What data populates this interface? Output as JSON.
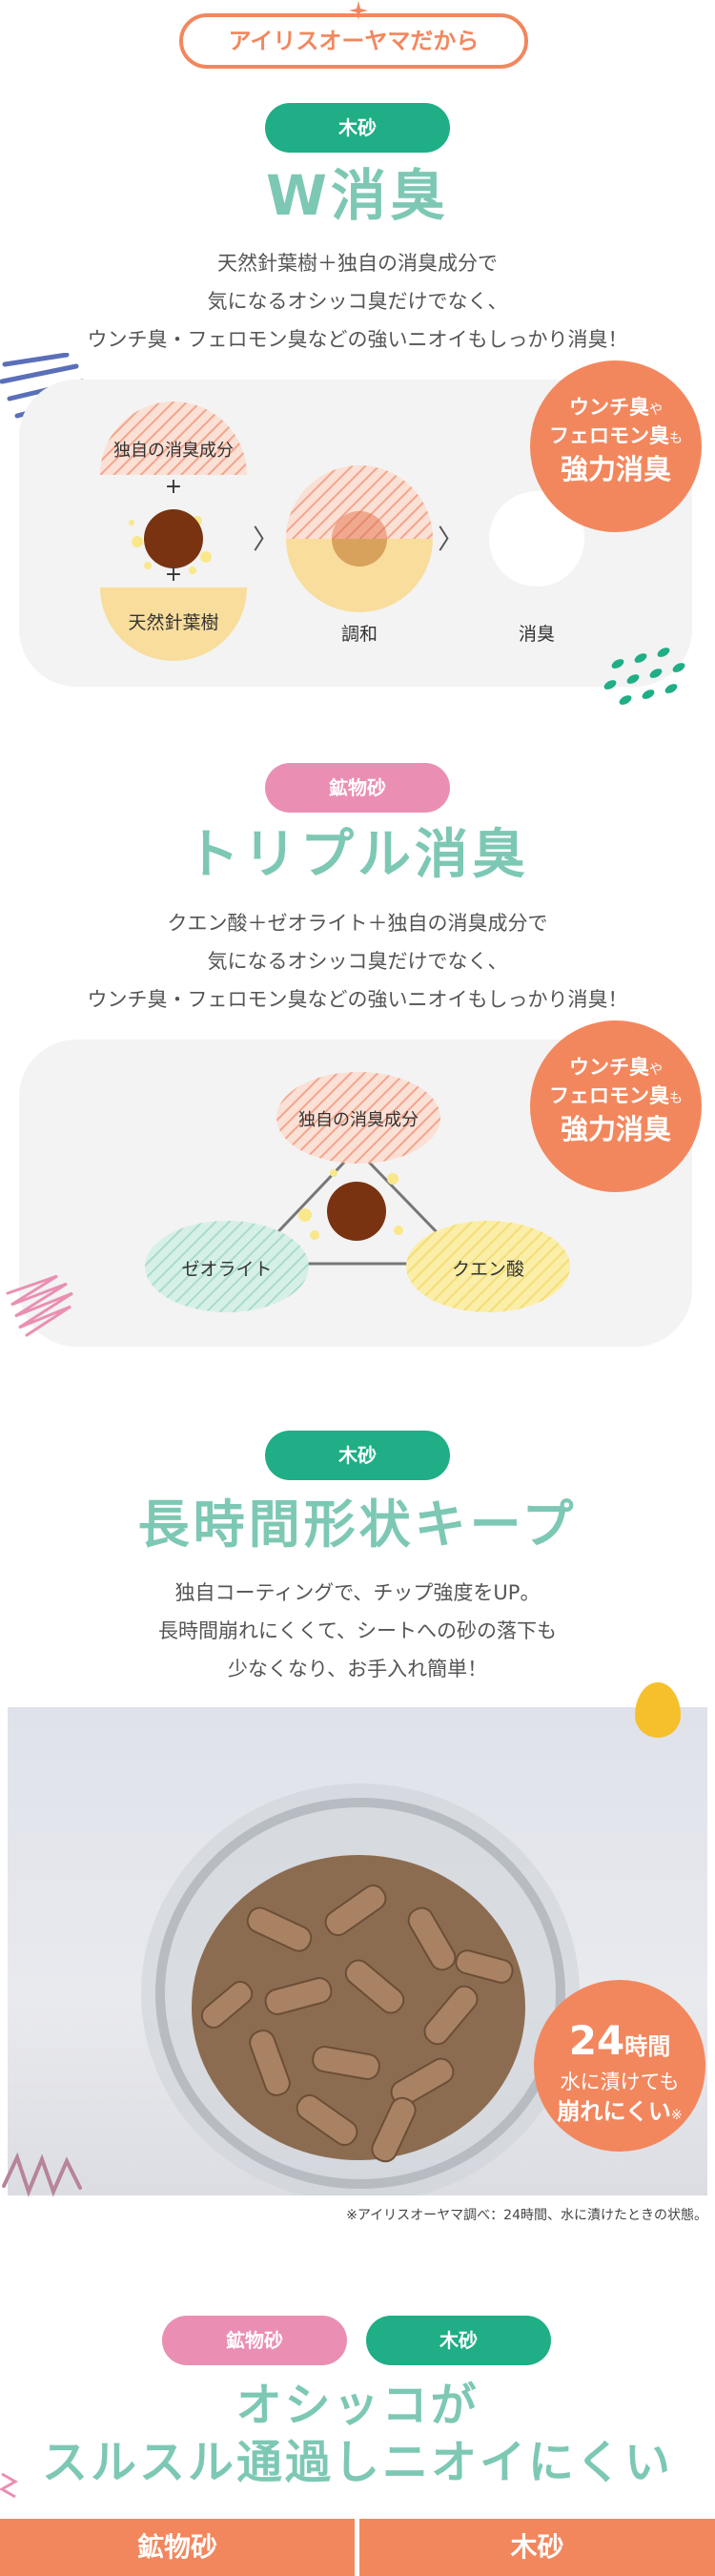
{
  "top_banner": {
    "label": "アイリスオーヤマだから"
  },
  "section1": {
    "tag": "木砂",
    "title": "W消臭",
    "desc": [
      "天然針葉樹＋独自の消臭成分で",
      "気になるオシッコ臭だけでなく、",
      "ウンチ臭・フェロモン臭などの強いニオイもしっかり消臭！"
    ],
    "diagram": {
      "top_label": "独自の消臭成分",
      "bottom_label": "天然針葉樹",
      "plus": "+",
      "arrow": "〉",
      "mix_label": "調和",
      "result_label": "消臭"
    },
    "badge": {
      "line1": "ウンチ臭",
      "line1_small": "や",
      "line2": "フェロモン臭",
      "line2_small": "も",
      "line3": "強力消臭"
    }
  },
  "section2": {
    "tag": "鉱物砂",
    "title": "トリプル消臭",
    "desc": [
      "クエン酸＋ゼオライト＋独自の消臭成分で",
      "気になるオシッコ臭だけでなく、",
      "ウンチ臭・フェロモン臭などの強いニオイもしっかり消臭！"
    ],
    "diagram": {
      "top_label": "独自の消臭成分",
      "left_label": "ゼオライト",
      "right_label": "クエン酸"
    },
    "badge": {
      "line1": "ウンチ臭",
      "line1_small": "や",
      "line2": "フェロモン臭",
      "line2_small": "も",
      "line3": "強力消臭"
    }
  },
  "section3": {
    "tag": "木砂",
    "title": "長時間形状キープ",
    "desc": [
      "独自コーティングで、チップ強度をUP。",
      "長時間崩れにくくて、シートへの砂の落下も",
      "少なくなり、お手入れ簡単！"
    ],
    "badge": {
      "hours": "24",
      "hours_unit": "時間",
      "line2": "水に漬けても",
      "line3": "崩れにくい",
      "mark": "※"
    },
    "note": "※アイリスオーヤマ調べ：24時間、水に漬けたときの状態。"
  },
  "section4": {
    "tags": [
      "鉱物砂",
      "木砂"
    ],
    "title_lines": [
      "オシッコが",
      "スルスル通過しニオイにくい"
    ],
    "col_headers": [
      "鉱物砂",
      "木砂"
    ]
  },
  "colors": {
    "accent": "#f2875e",
    "green": "#1fae86",
    "pink": "#ea8fb3",
    "mint": "#7dc8b4"
  }
}
